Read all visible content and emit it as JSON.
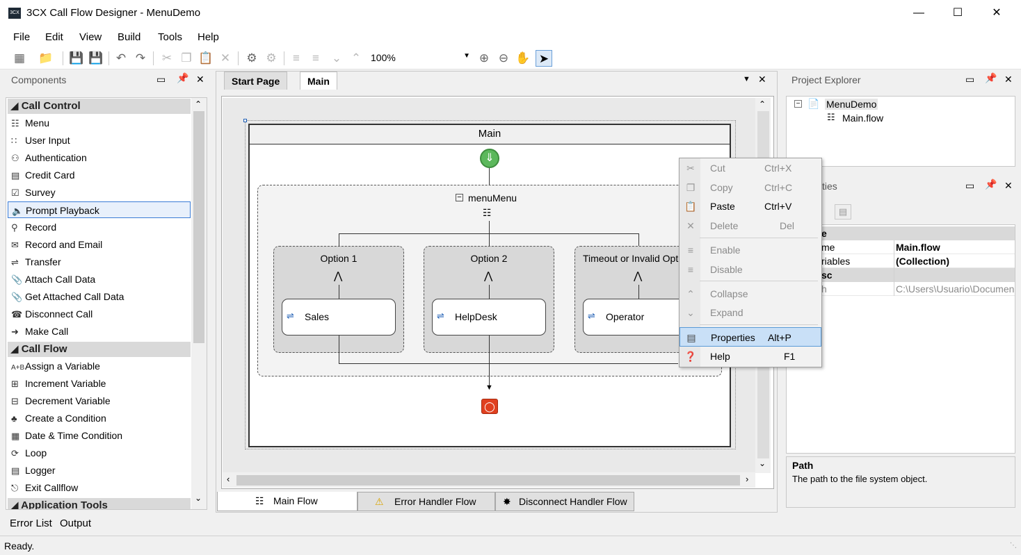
{
  "window": {
    "app_icon": "3CX",
    "title": "3CX Call Flow Designer - MenuDemo",
    "minimize_icon": "minimize-icon",
    "maximize_icon": "maximize-icon",
    "close_icon": "close-icon"
  },
  "menu": [
    "File",
    "Edit",
    "View",
    "Build",
    "Tools",
    "Help"
  ],
  "toolbar": {
    "zoom": "100%"
  },
  "components": {
    "title": "Components",
    "categories": [
      {
        "label": "Call Control",
        "items": [
          "Menu",
          "User Input",
          "Authentication",
          "Credit Card",
          "Survey",
          "Prompt Playback",
          "Record",
          "Record and Email",
          "Transfer",
          "Attach Call Data",
          "Get Attached Call Data",
          "Disconnect Call",
          "Make Call"
        ]
      },
      {
        "label": "Call Flow",
        "items": [
          "Assign a Variable",
          "Increment Variable",
          "Decrement Variable",
          "Create a Condition",
          "Date & Time Condition",
          "Loop",
          "Logger",
          "Exit Callflow"
        ]
      },
      {
        "label": "Application Tools",
        "items": []
      }
    ],
    "selected": "Prompt Playback"
  },
  "document": {
    "tabs": [
      "Start Page",
      "Main"
    ],
    "active_tab": "Main",
    "flow_title": "Main",
    "menu_name": "menuMenu",
    "options": [
      {
        "label": "Option 1",
        "action": "Sales"
      },
      {
        "label": "Option 2",
        "action": "HelpDesk"
      },
      {
        "label": "Timeout or Invalid Option",
        "action": "Operator"
      }
    ],
    "bottom_tabs": [
      "Main Flow",
      "Error Handler Flow",
      "Disconnect Handler Flow"
    ]
  },
  "context_menu": [
    {
      "label": "Cut",
      "shortcut": "Ctrl+X",
      "enabled": false,
      "icon": "scissors-icon"
    },
    {
      "label": "Copy",
      "shortcut": "Ctrl+C",
      "enabled": false,
      "icon": "copy-icon"
    },
    {
      "label": "Paste",
      "shortcut": "Ctrl+V",
      "enabled": true,
      "icon": "paste-icon"
    },
    {
      "label": "Delete",
      "shortcut": "Del",
      "enabled": false,
      "icon": "delete-icon"
    },
    {
      "label": "Enable",
      "shortcut": "",
      "enabled": false,
      "icon": "enable-icon"
    },
    {
      "label": "Disable",
      "shortcut": "",
      "enabled": false,
      "icon": "disable-icon"
    },
    {
      "label": "Collapse",
      "shortcut": "",
      "enabled": false,
      "icon": "collapse-icon"
    },
    {
      "label": "Expand",
      "shortcut": "",
      "enabled": false,
      "icon": "expand-icon"
    },
    {
      "label": "Properties",
      "shortcut": "Alt+P",
      "enabled": true,
      "icon": "properties-icon"
    },
    {
      "label": "Help",
      "shortcut": "F1",
      "enabled": true,
      "icon": "help-icon"
    }
  ],
  "project_explorer": {
    "title": "Project Explorer",
    "root": "MenuDemo",
    "child": "Main.flow"
  },
  "properties": {
    "title_fragment": "ties",
    "cat1": "e",
    "rows": [
      {
        "name": "me",
        "value": "Main.flow"
      },
      {
        "name": "riables",
        "value": "(Collection)"
      }
    ],
    "cat2": "sc",
    "path_row": {
      "name": "h",
      "value": "C:\\Users\\Usuario\\Document"
    },
    "help_title": "Path",
    "help_text": "The path to the file system object."
  },
  "output_tabs": [
    "Error List",
    "Output"
  ],
  "status": "Ready.",
  "colors": {
    "accent": "#3a7bd5",
    "start_node": "#5cb85c",
    "end_node": "#e0401f"
  }
}
